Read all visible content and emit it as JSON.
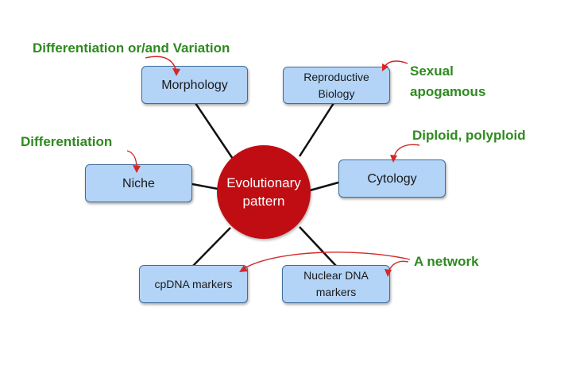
{
  "center": {
    "label": "Evolutionary\npattern"
  },
  "nodes": {
    "morphology": "Morphology",
    "reproductive": "Reproductive\nBiology",
    "niche": "Niche",
    "cytology": "Cytology",
    "cpdna": "cpDNA markers",
    "nuclear": "Nuclear DNA\nmarkers"
  },
  "annotations": {
    "morphology": "Differentiation or/and Variation",
    "reproductive": "Sexual\napogamous",
    "niche": "Differentiation",
    "cytology": "Diploid, polyploid",
    "dna": "A network"
  },
  "colors": {
    "center": "#c00d13",
    "node_fill": "#b3d4f7",
    "node_border": "#3f6d9b",
    "annotation": "#2e8a1f",
    "arrow": "#d42828"
  }
}
